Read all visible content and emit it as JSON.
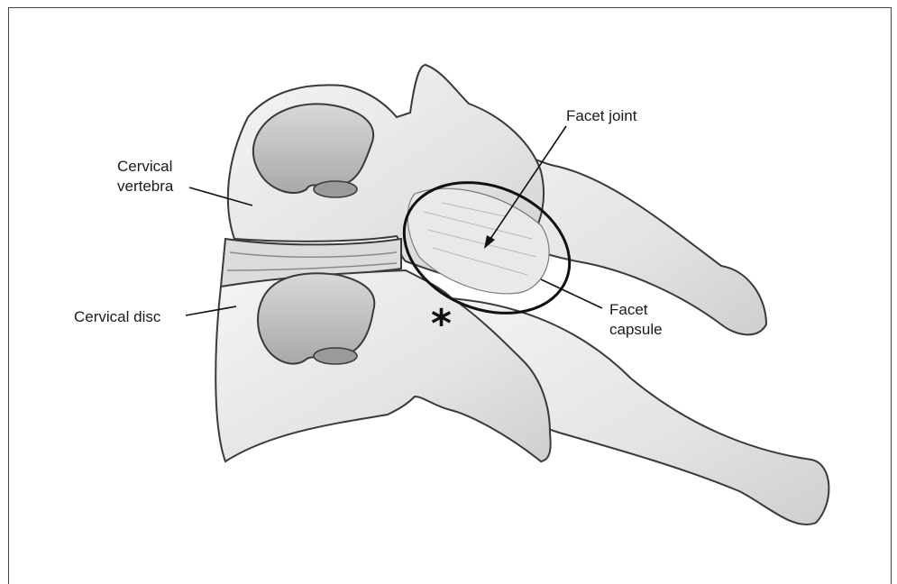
{
  "labels": {
    "facet_joint": "Facet joint",
    "cervical_vertebra_line1": "Cervical",
    "cervical_vertebra_line2": "vertebra",
    "cervical_disc": "Cervical disc",
    "facet_capsule_line1": "Facet",
    "facet_capsule_line2": "capsule",
    "marker": "*"
  }
}
